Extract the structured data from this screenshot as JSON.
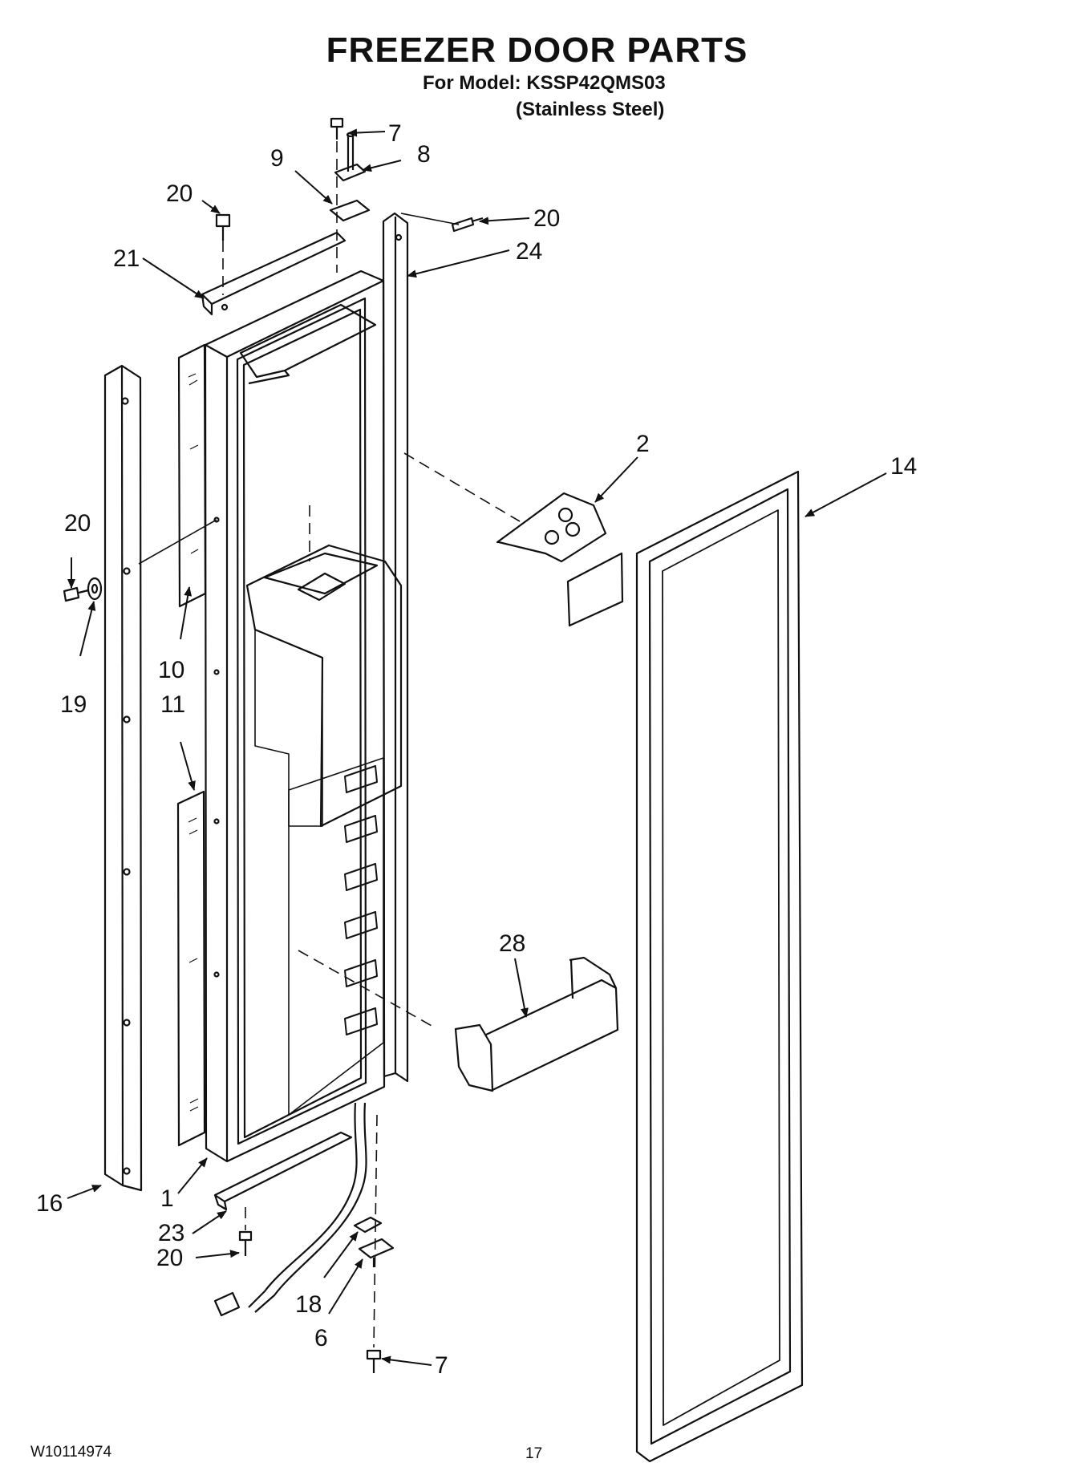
{
  "header": {
    "title": "FREEZER DOOR PARTS",
    "model_line": "For Model: KSSP42QMS03",
    "finish_line": "(Stainless Steel)"
  },
  "footer": {
    "doc_number": "W10114974",
    "page_number": "17"
  },
  "callouts": [
    "7",
    "8",
    "9",
    "20",
    "20",
    "21",
    "24",
    "2",
    "14",
    "20",
    "19",
    "10",
    "11",
    "28",
    "16",
    "1",
    "23",
    "20",
    "18",
    "6",
    "7"
  ]
}
